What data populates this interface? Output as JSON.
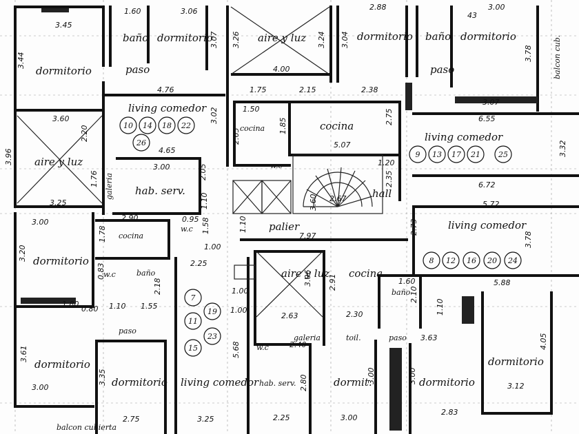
{
  "rooms": {
    "dormitorio_tl": "dormitorio",
    "bano_tl": "baño",
    "dormitorio_tl2": "dormitorio",
    "paso_tl": "paso",
    "aire_luz_top": "aire y luz",
    "dormitorio_tr": "dormitorio",
    "bano_tr": "baño",
    "dormitorio_tr2": "dormitorio",
    "paso_tr": "paso",
    "balcon_cub_tr": "balcon cub.",
    "living_comedor_tl": "living comedor",
    "cocina_l": "cocina",
    "cocina_c": "cocina",
    "living_comedor_tr": "living comedor",
    "aire_luz_left": "aire y luz",
    "galeria_left": "galeria",
    "hab_serv_top": "hab. serv.",
    "hall": "hall",
    "palier": "palier",
    "cocina_ml": "cocina",
    "living_comedor_mr": "living comedor",
    "dormitorio_ml": "dormitorio",
    "wc_ml": "w.c",
    "bano_ml": "baño",
    "aire_luz_c": "aire y luz",
    "cocina_mc": "cocina",
    "bano_mc": "baño",
    "wc_c": "w.c",
    "paso_bl": "paso",
    "galeria_c": "galeria",
    "toil": "toil.",
    "paso_bc": "paso",
    "dormitorio_br": "dormitorio",
    "dormitorio_bl": "dormitorio",
    "dormitorio_bl2": "dormitorio",
    "living_comedor_bl": "living comedor",
    "hab_serv_bottom": "hab. serv.",
    "dormit_bc": "dormit.",
    "dormitorio_bc2": "dormitorio",
    "balcon_cubierta": "balcon cubierta",
    "wc_top": "w.c",
    "wc_small": "w.c"
  },
  "unit_groups": {
    "tl": [
      "10",
      "14",
      "18",
      "22",
      "26"
    ],
    "tr": [
      "9",
      "13",
      "17",
      "21",
      "25"
    ],
    "mr": [
      "8",
      "12",
      "16",
      "20",
      "24"
    ],
    "ml": [
      "7",
      "19",
      "11",
      "23",
      "15"
    ]
  },
  "dims": {
    "d1": "1.60",
    "d2": "3.06",
    "d3": "3.45",
    "d4": "3.44",
    "d5": "3.07",
    "d6": "3.26",
    "d7": "3.24",
    "d8": "4.00",
    "d9": "2.88",
    "d10": "3.04",
    "d11": "3.00",
    "d12": "3.78",
    "d13": "4.76",
    "d14": "1.75",
    "d15": "2.15",
    "d16": "2.38",
    "d17": "3.02",
    "d18": "1.50",
    "d19": "4.65",
    "d20": "2.65",
    "d21": "1.85",
    "d22": "5.07",
    "d23": "2.75",
    "d24": "6.55",
    "d25": "3.32",
    "d26": "3.60",
    "d27": "2.20",
    "d28": "3.96",
    "d29": "1.76",
    "d30": "3.00",
    "d31": "2.05",
    "d32": "1.20",
    "d33": "2.35",
    "d34": "6.72",
    "d35": "3.25",
    "d36": "2.90",
    "d37": "1.10",
    "d38": "3.60",
    "d39": "2.67",
    "d40": "5.72",
    "d41": "3.00",
    "d42": "1.78",
    "d43": "0.95",
    "d44": "1.58",
    "d45": "1.10",
    "d46": "7.97",
    "d47": "2.73",
    "d48": "3.78",
    "d49": "3.20",
    "d50": "2.25",
    "d51": "1.00",
    "d52": "0.83",
    "d53": "2.18",
    "d54": "3.06",
    "d55": "2.91",
    "d56": "1.60",
    "d57": "5.88",
    "d58": "1.10",
    "d59": "1.55",
    "d60": "1.00",
    "d61": "2.63",
    "d62": "2.30",
    "d63": "2.10",
    "d64": "1.10",
    "d65": "3.61",
    "d66": "5.68",
    "d67": "2.40",
    "d68": "3.63",
    "d69": "4.05",
    "d70": "3.00",
    "d71": "3.35",
    "d72": "2.80",
    "d73": "3.00",
    "d74": "3.00",
    "d75": "3.12",
    "d76": "2.75",
    "d77": "3.25",
    "d78": "2.25",
    "d79": "3.00",
    "d80": "2.83",
    "d81": "1.00",
    "d82": "1.80",
    "d83": "0.80",
    "d84": "3.07",
    "d85": "43"
  }
}
